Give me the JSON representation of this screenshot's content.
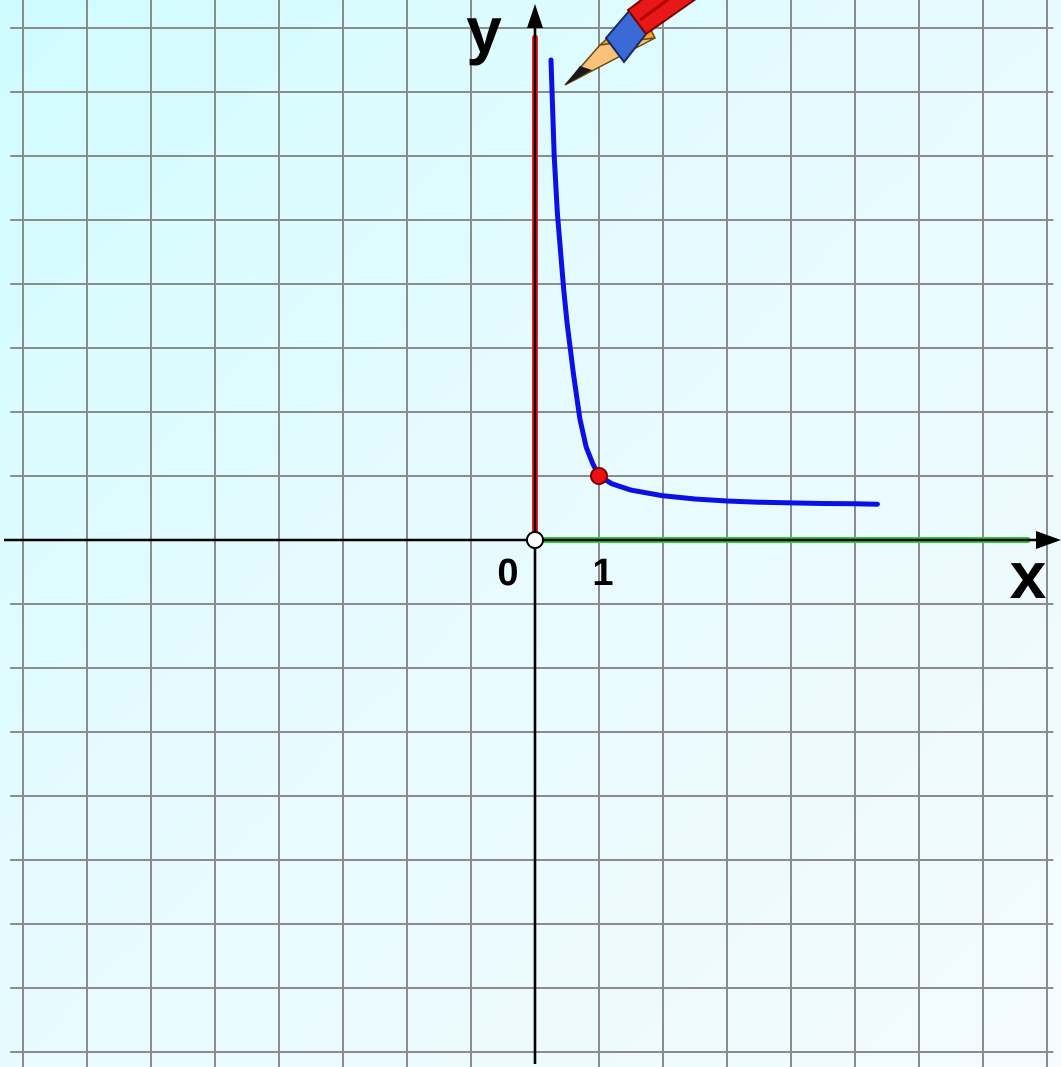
{
  "chart_data": {
    "type": "line",
    "title": "",
    "xlabel": "x",
    "ylabel": "y",
    "xlim": [
      -8.2,
      8.1
    ],
    "ylim": [
      -8.5,
      8.5
    ],
    "grid": true,
    "tick_labels": {
      "origin": "0",
      "x_one": "1"
    },
    "series": [
      {
        "role": "curve",
        "color": "#0a10e6",
        "x": [
          0.25,
          0.3,
          0.35,
          0.4,
          0.45,
          0.5,
          0.6,
          0.7,
          0.8,
          0.9,
          1.0,
          1.2,
          1.5,
          2.0,
          2.5,
          3.0,
          3.5,
          4.0,
          4.5,
          5.0,
          5.35
        ],
        "y": [
          7.5,
          6.0,
          5.1,
          4.5,
          3.9,
          3.4,
          2.6,
          1.9,
          1.45,
          1.2,
          1.0,
          0.88,
          0.78,
          0.69,
          0.64,
          0.61,
          0.59,
          0.58,
          0.57,
          0.565,
          0.56
        ]
      },
      {
        "role": "y-range",
        "color": "#ff1a1a",
        "x": [
          0,
          0
        ],
        "y": [
          0,
          7.85
        ]
      },
      {
        "role": "x-domain",
        "color": "#33cc33",
        "x": [
          0,
          7.7
        ],
        "y": [
          0,
          0
        ]
      }
    ],
    "points": [
      {
        "role": "marked-point",
        "x": 1,
        "y": 1,
        "fill": "#ee1111"
      },
      {
        "role": "open-origin",
        "x": 0,
        "y": 0,
        "fill": "#ffffff"
      }
    ]
  },
  "colors": {
    "grid": "#8c8c8c",
    "axis": "#000000",
    "pencil_body": "#e81818",
    "pencil_wood": "#f5a623"
  },
  "icons": [
    "pencil-icon"
  ]
}
